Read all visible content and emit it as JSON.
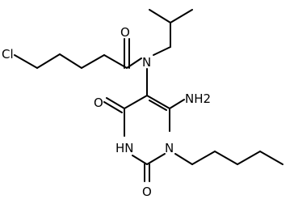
{
  "structure": {
    "atoms": {
      "cl": "Cl",
      "o_amide": "O",
      "n_amide": "N",
      "nh2": "NH2",
      "o_c4": "O",
      "hn": "HN",
      "n_ring": "N",
      "o_c2": "O"
    }
  }
}
